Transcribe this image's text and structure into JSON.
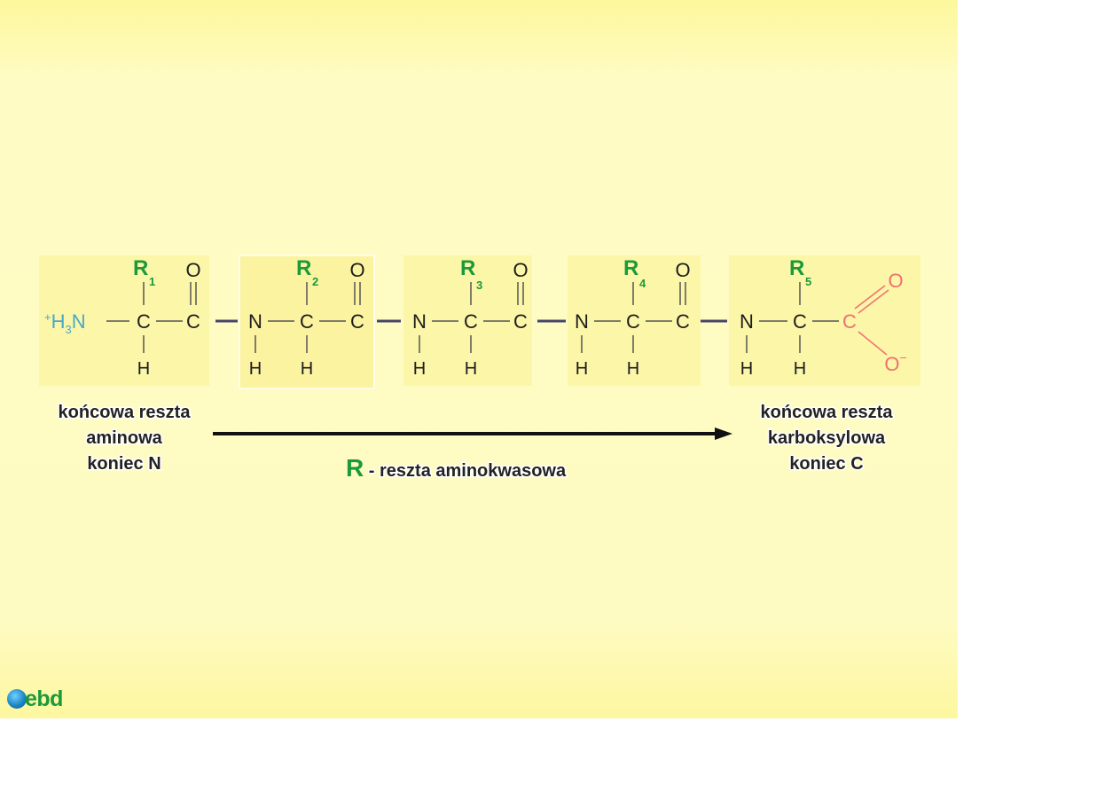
{
  "nterm": {
    "plus": "+",
    "h": "H",
    "sub": "3",
    "n": "N"
  },
  "atoms": {
    "c": "C",
    "o": "O",
    "h": "H",
    "n": "N"
  },
  "residues": [
    {
      "r": "R",
      "sub": "1"
    },
    {
      "r": "R",
      "sub": "2"
    },
    {
      "r": "R",
      "sub": "3"
    },
    {
      "r": "R",
      "sub": "4"
    },
    {
      "r": "R",
      "sub": "5"
    }
  ],
  "cterm": {
    "c": "C",
    "o_top": "O",
    "o_bottom": "O",
    "minus": "−"
  },
  "captions": {
    "n_terminal": [
      "końcowa reszta",
      "aminowa",
      "koniec N"
    ],
    "c_terminal": [
      "końcowa reszta",
      "karboksylowa",
      "koniec C"
    ]
  },
  "legend": {
    "symbol": "R",
    "text": " - reszta aminokwasowa"
  },
  "logo": {
    "text": "ebd"
  },
  "colors": {
    "background": "#fefbc2",
    "r_group": "#1a9a3a",
    "n_terminus": "#4aa8c8",
    "c_terminus": "#f07070",
    "peptide_bond": "#454568"
  }
}
